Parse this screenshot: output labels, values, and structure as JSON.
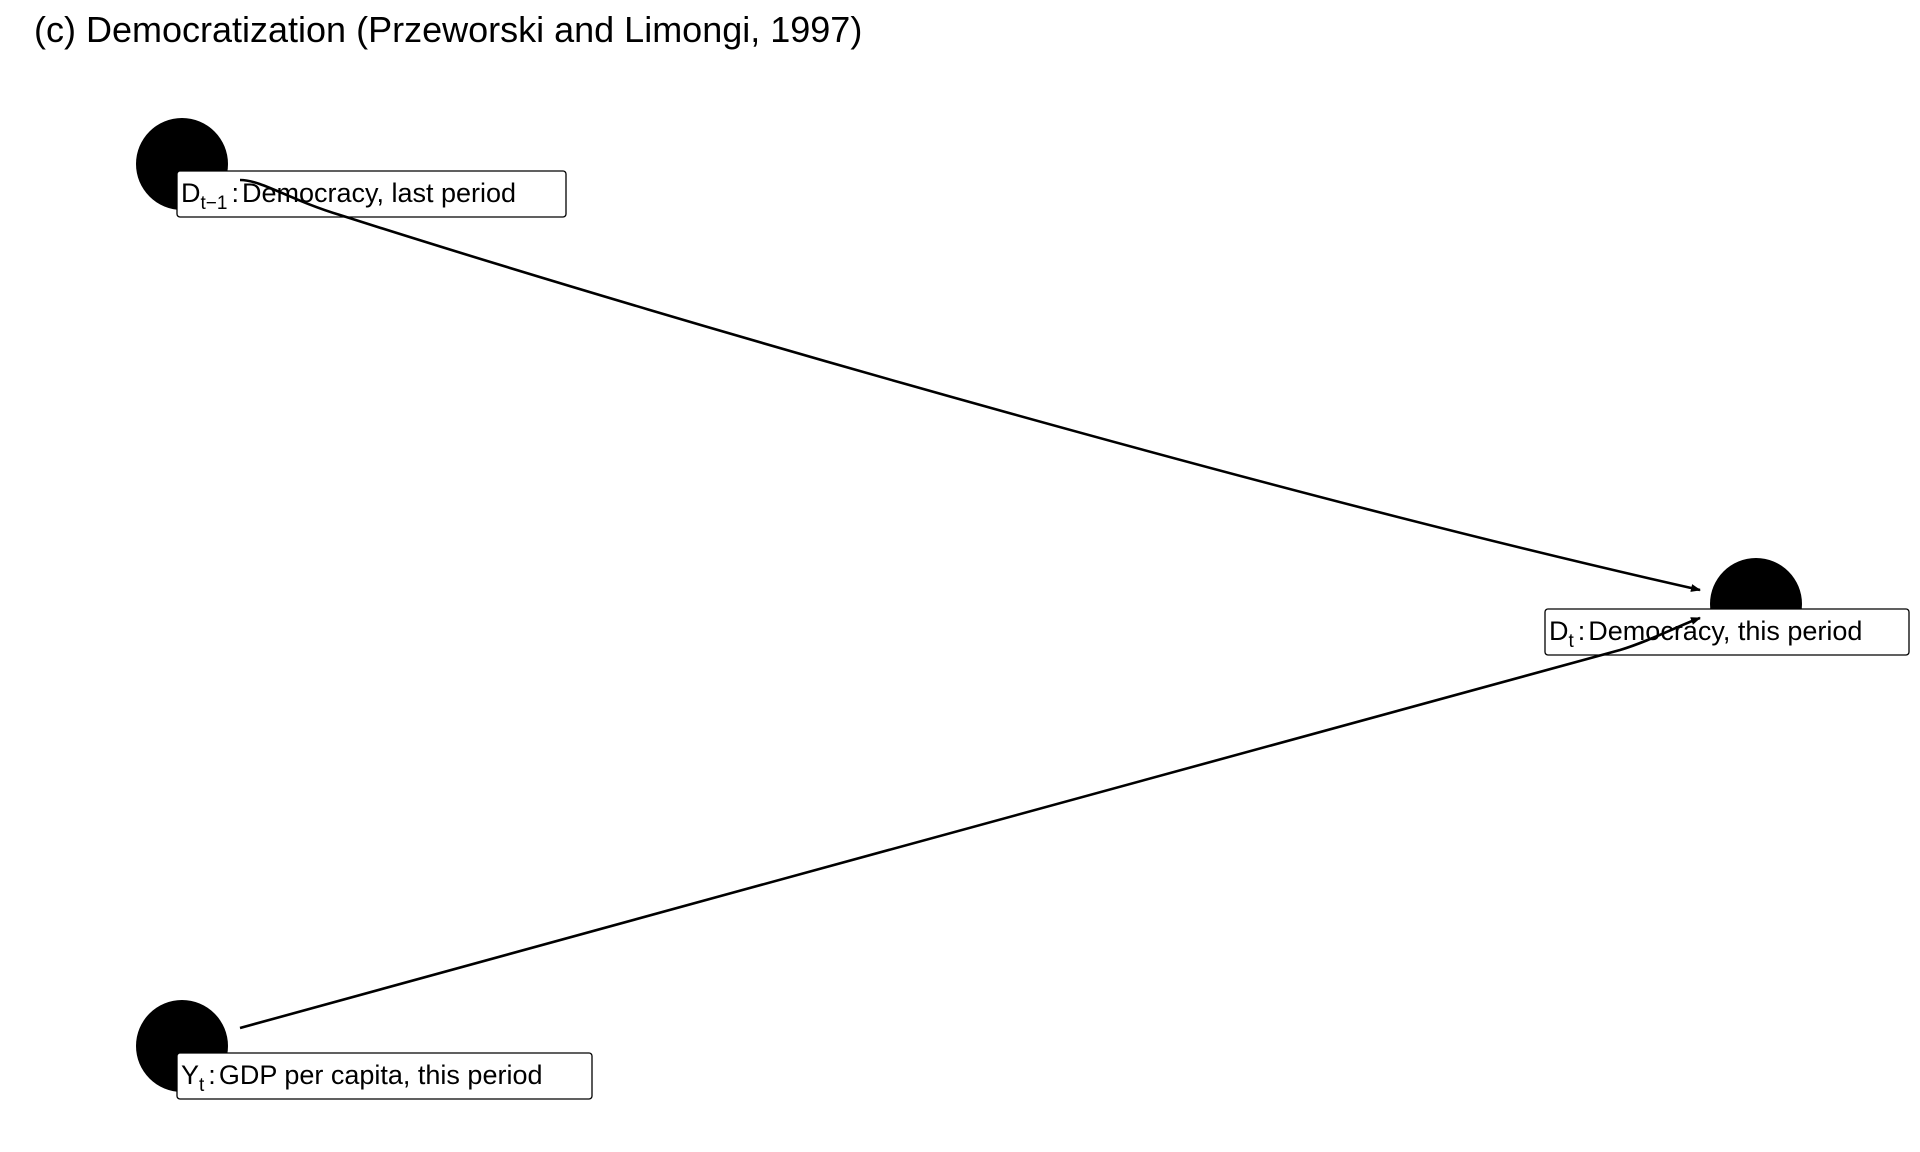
{
  "title": "(c) Democratization (Przeworski and Limongi, 1997)",
  "nodes": [
    {
      "id": "D_lag",
      "symbol": "D",
      "subscript": "t−1",
      "separator": ":",
      "label": "Democracy, last period"
    },
    {
      "id": "D_t",
      "symbol": "D",
      "subscript": "t",
      "separator": ":",
      "label": "Democracy, this period"
    },
    {
      "id": "Y_t",
      "symbol": "Y",
      "subscript": "t",
      "separator": ":",
      "label": "GDP per capita, this period"
    }
  ],
  "edges": [
    {
      "from": "D_lag",
      "to": "D_t"
    },
    {
      "from": "Y_t",
      "to": "D_t"
    }
  ],
  "colors": {
    "node": "#000000",
    "edge": "#000000",
    "label_background": "#ffffff",
    "label_border": "#000000",
    "text": "#000000"
  }
}
